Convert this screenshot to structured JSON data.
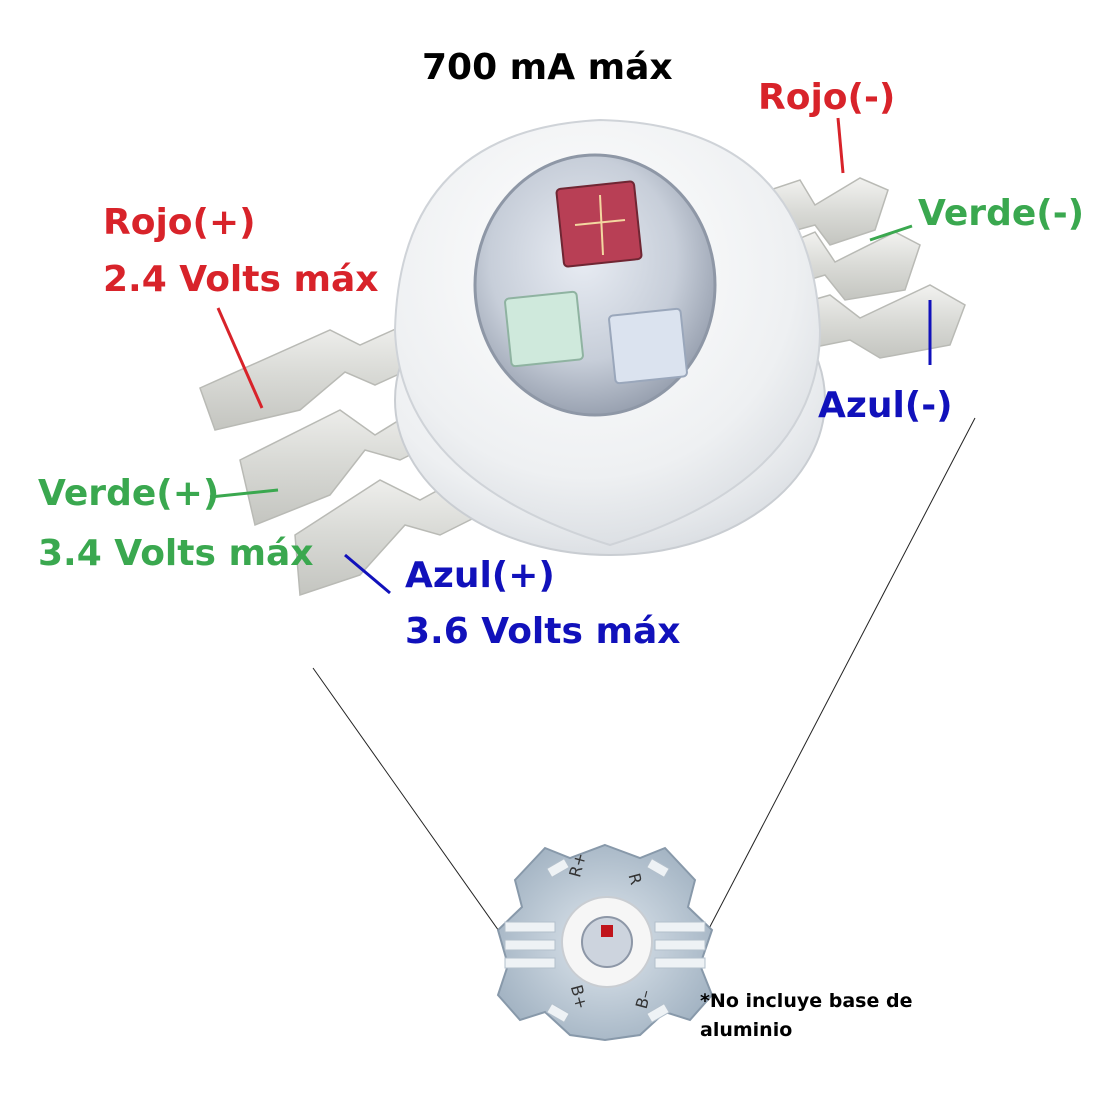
{
  "title": "700 mA máx",
  "colors": {
    "red": "#d8232a",
    "green": "#3aa84f",
    "blue": "#1111bb",
    "black": "#000000"
  },
  "labels": {
    "rojo_neg": "Rojo(-)",
    "verde_neg": "Verde(-)",
    "azul_neg": "Azul(-)",
    "rojo_pos": "Rojo(+)",
    "rojo_volts": "2.4 Volts máx",
    "verde_pos": "Verde(+)",
    "verde_volts": "3.4 Volts máx",
    "azul_pos": "Azul(+)",
    "azul_volts": "3.6 Volts máx"
  },
  "board_marks": {
    "r_plus": "R+",
    "r_minus": "R",
    "b_plus": "B+",
    "b_minus": "B–"
  },
  "note": {
    "line1": "*No incluye base de",
    "line2": "aluminio"
  }
}
